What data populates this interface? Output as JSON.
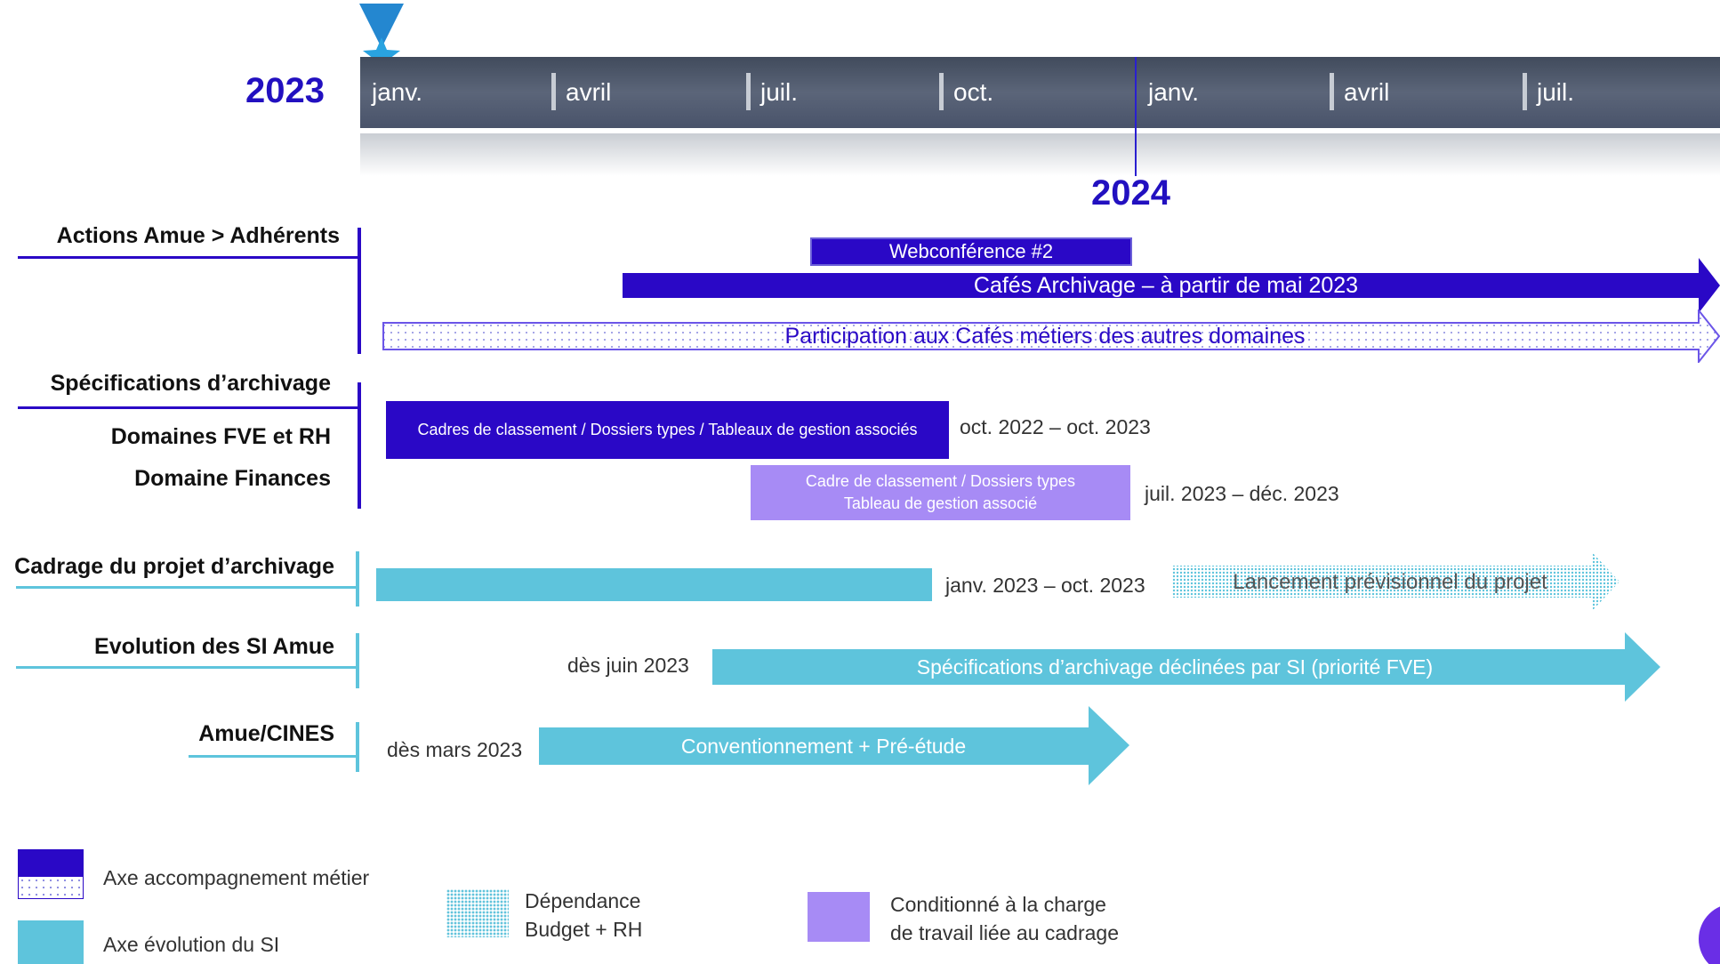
{
  "timeline": {
    "year_start": "2023",
    "year_next": "2024",
    "months": [
      "janv.",
      "avril",
      "juil.",
      "oct.",
      "janv.",
      "avril",
      "juil."
    ]
  },
  "rows": {
    "actions": "Actions Amue > Adhérents",
    "specs": "Spécifications d’archivage",
    "fve_rh": "Domaines FVE et RH",
    "finances": "Domaine Finances",
    "cadrage": "Cadrage du projet d’archivage",
    "evolution": "Evolution des SI Amue",
    "cines": "Amue/CINES"
  },
  "bars": {
    "webconf": "Webconférence #2",
    "cafes": "Cafés Archivage – à partir de mai 2023",
    "participation": "Participation aux Cafés métiers des autres domaines",
    "cadres": "Cadres de classement / Dossiers types / Tableaux de gestion associés",
    "cadres_date": "oct. 2022 – oct. 2023",
    "finances_line1": "Cadre de classement / Dossiers types",
    "finances_line2": "Tableau de gestion associé",
    "finances_date": "juil. 2023 – déc. 2023",
    "cadrage_date": "janv. 2023 – oct. 2023",
    "lancement": "Lancement prévisionnel du projet",
    "evolution_date": "dès juin 2023",
    "evolution_bar": "Spécifications d’archivage déclinées par SI (priorité FVE)",
    "cines_date": "dès mars 2023",
    "cines_bar": "Conventionnement + Pré-étude"
  },
  "legend": {
    "metier": "Axe accompagnement métier",
    "si": "Axe évolution du SI",
    "dependance_line1": "Dépendance",
    "dependance_line2": "Budget + RH",
    "conditionne_line1": "Conditionné à la charge",
    "conditionne_line2": "de travail liée au cadrage"
  },
  "colors": {
    "navy": "#2a08c6",
    "teal": "#5ec4dc",
    "lavender": "#a78bf5",
    "timeline": "#4b5568"
  }
}
